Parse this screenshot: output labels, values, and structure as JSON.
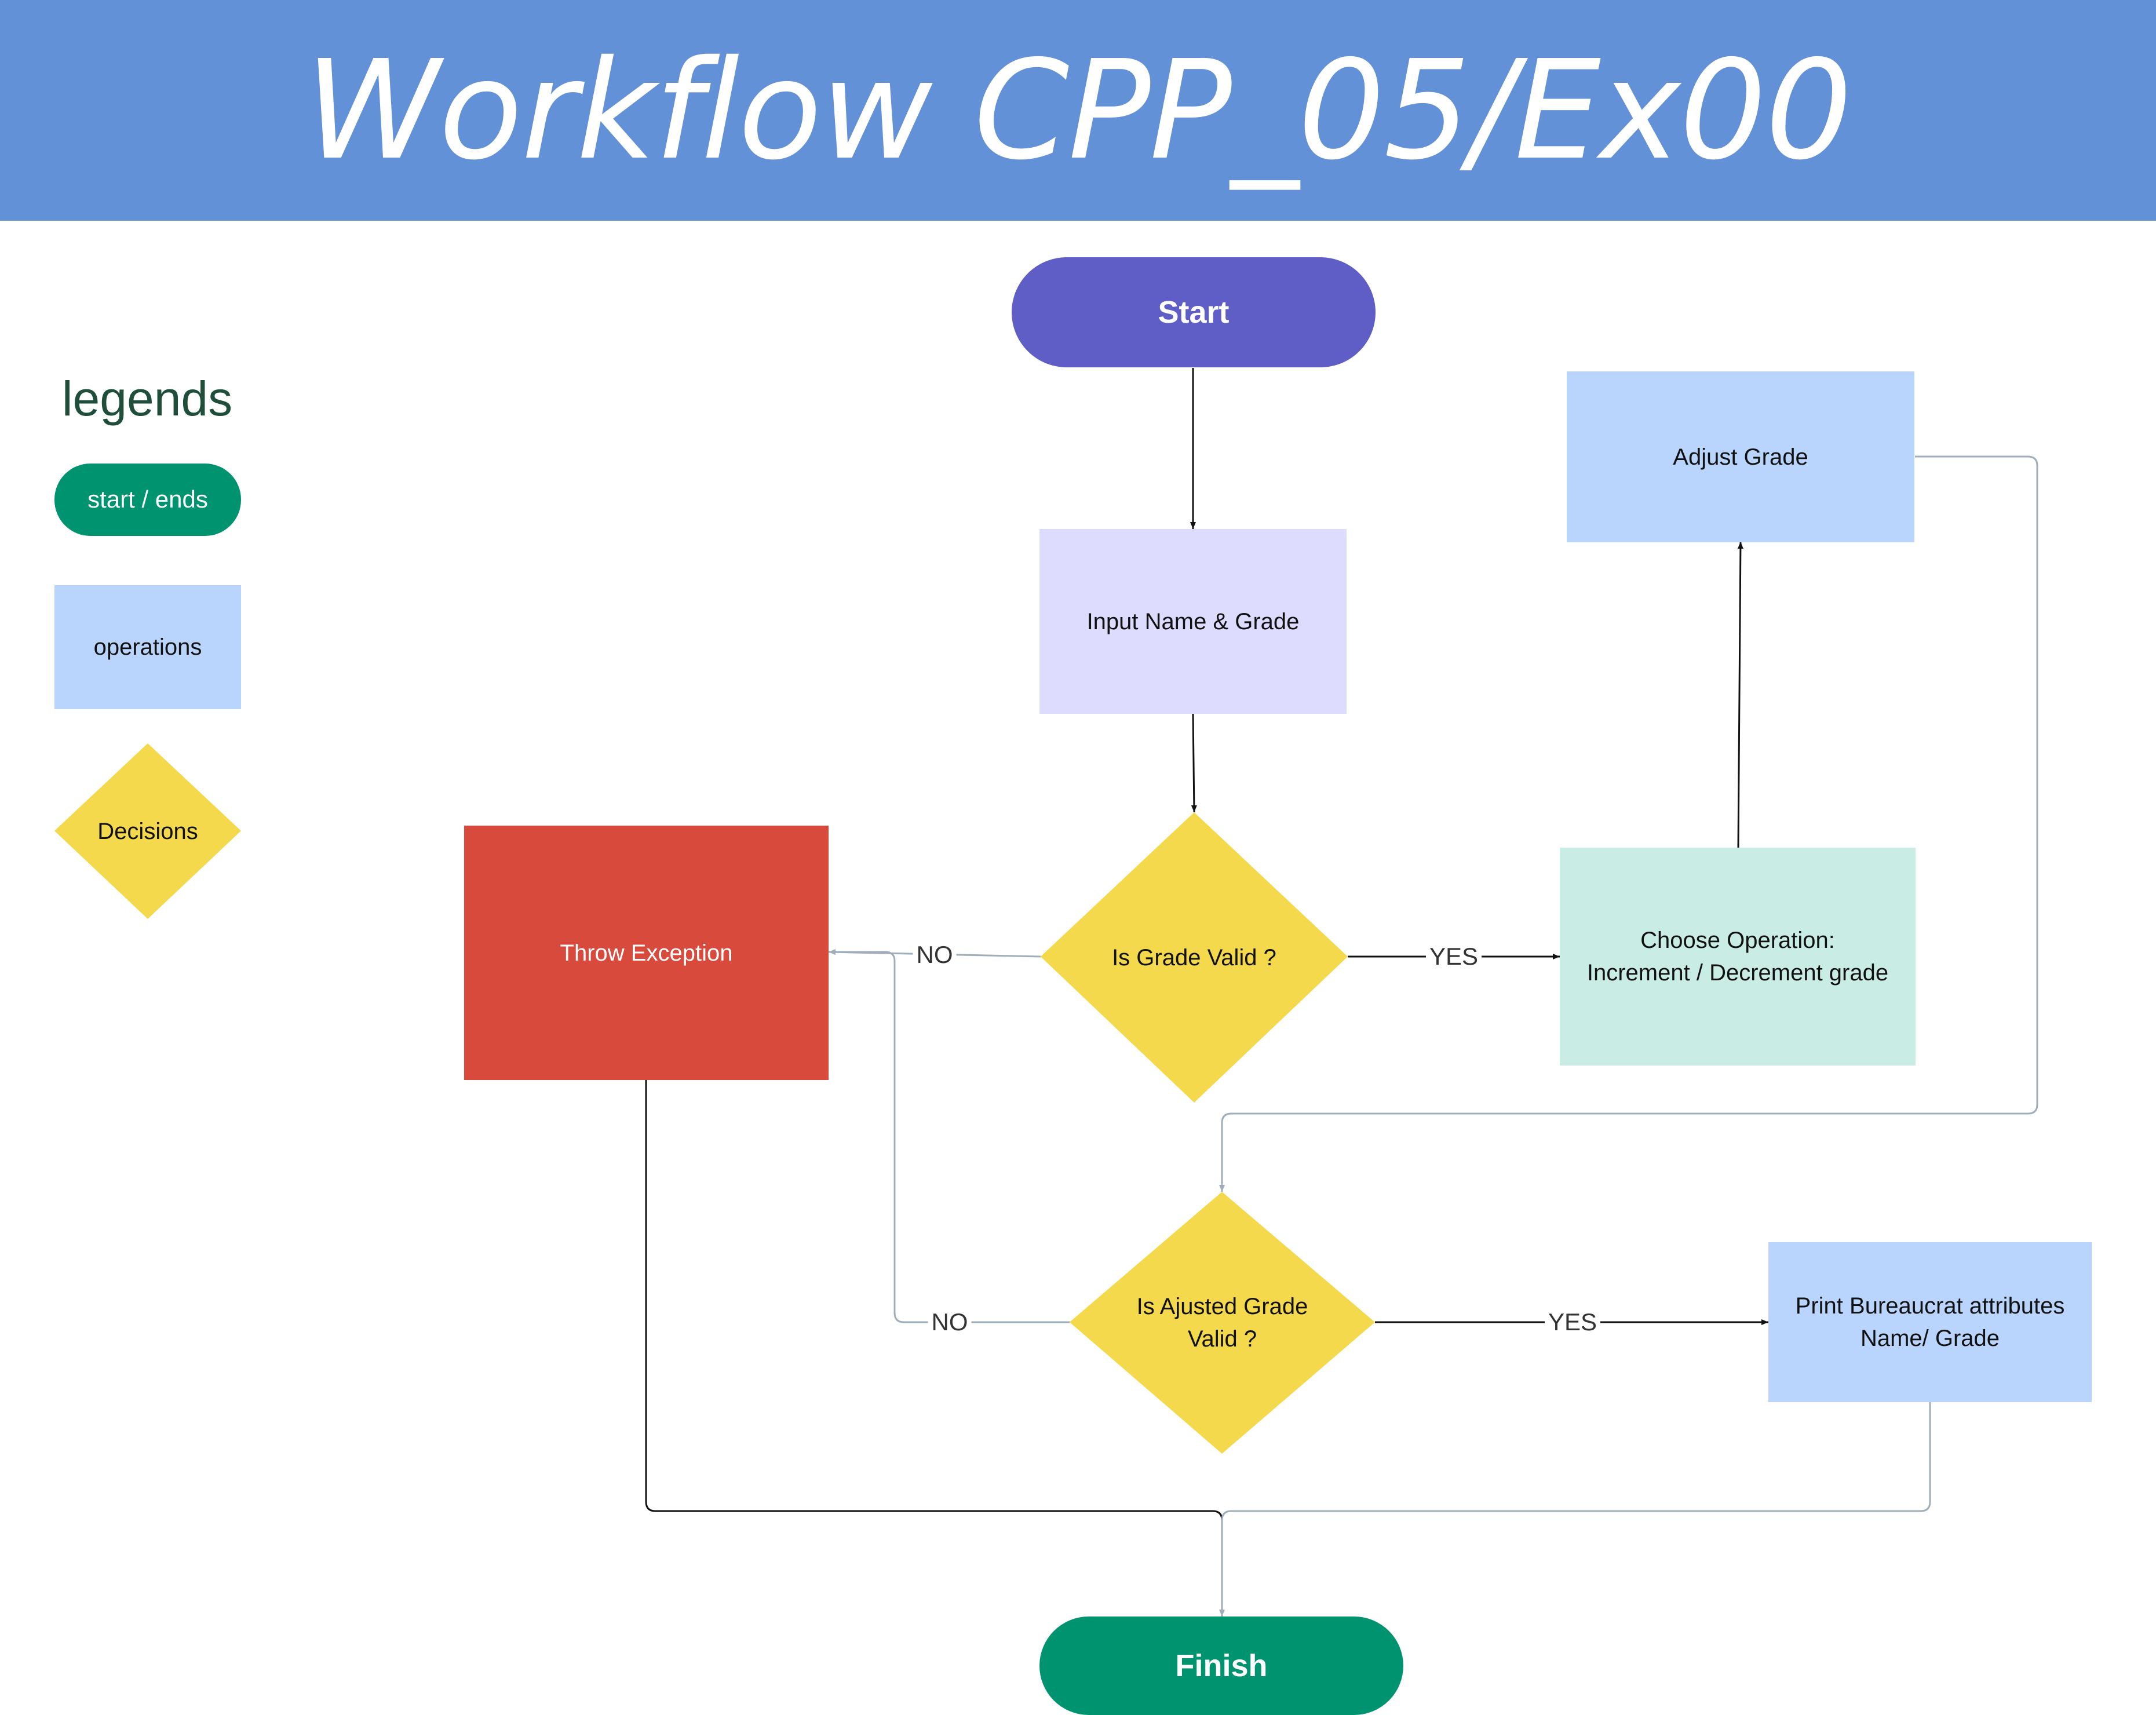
{
  "header": {
    "title": "Workflow CPP_05/Ex00"
  },
  "legend": {
    "title": "legends",
    "items": [
      {
        "label": "start / ends"
      },
      {
        "label": "operations"
      },
      {
        "label": "Decisions"
      }
    ]
  },
  "nodes": {
    "start": "Start",
    "input": "Input Name & Grade",
    "grade_valid": "Is Grade Valid ?",
    "choose_op_line1": "Choose Operation:",
    "choose_op_line2": "Increment / Decrement grade",
    "adjust": "Adjust Grade",
    "throw": "Throw Exception",
    "adjusted_valid_line1": "Is Ajusted Grade",
    "adjusted_valid_line2": "Valid ?",
    "print_line1": "Print Bureaucrat attributes",
    "print_line2": "Name/ Grade",
    "finish": "Finish"
  },
  "edges": {
    "no_1": "NO",
    "yes_1": "YES",
    "no_2": "NO",
    "yes_2": "YES"
  },
  "colors": {
    "header": "#6391d7",
    "start_end": "#009370",
    "start_node": "#5f5ec6",
    "operation": "#b9d5fd",
    "input": "#dedcfe",
    "choose": "#c9ede4",
    "decision": "#f3d94b",
    "exception": "#d84a3b",
    "connector_gray": "#a0aebb",
    "connector_black": "#111111"
  }
}
